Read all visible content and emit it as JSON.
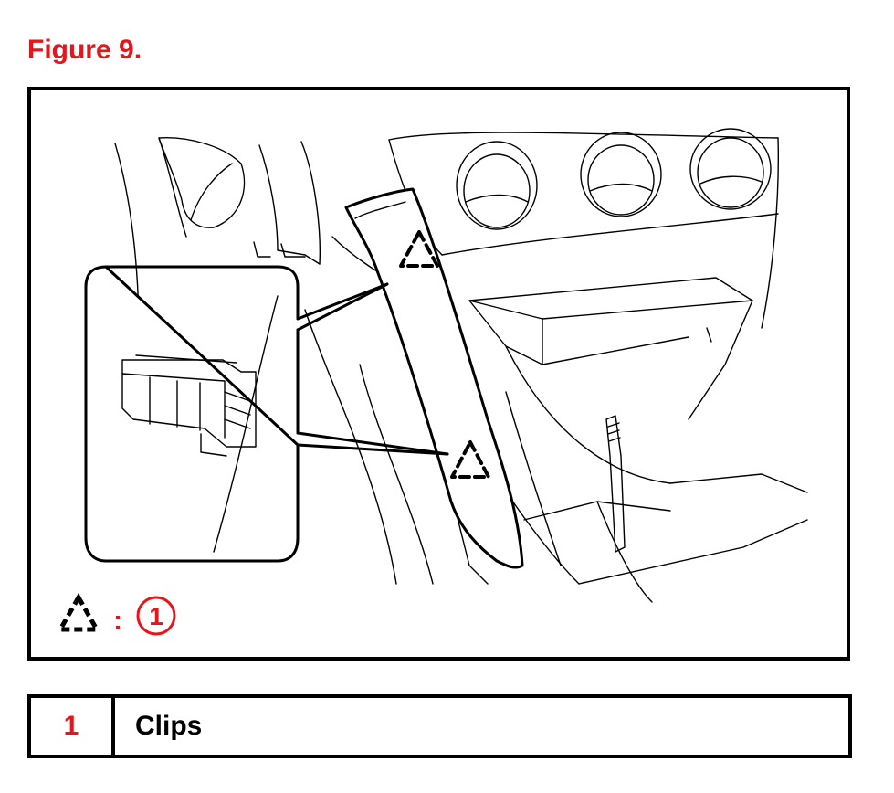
{
  "figure": {
    "title": "Figure 9.",
    "callout_number": "1",
    "callout_separator": ":"
  },
  "legend": {
    "rows": [
      {
        "number": "1",
        "label": "Clips"
      }
    ]
  },
  "colors": {
    "accent_red": "#e8141b",
    "line": "#000000",
    "background": "#ffffff"
  },
  "icons": {
    "clip_marker": "dashed-triangle-icon",
    "callout": "circled-number-icon"
  }
}
